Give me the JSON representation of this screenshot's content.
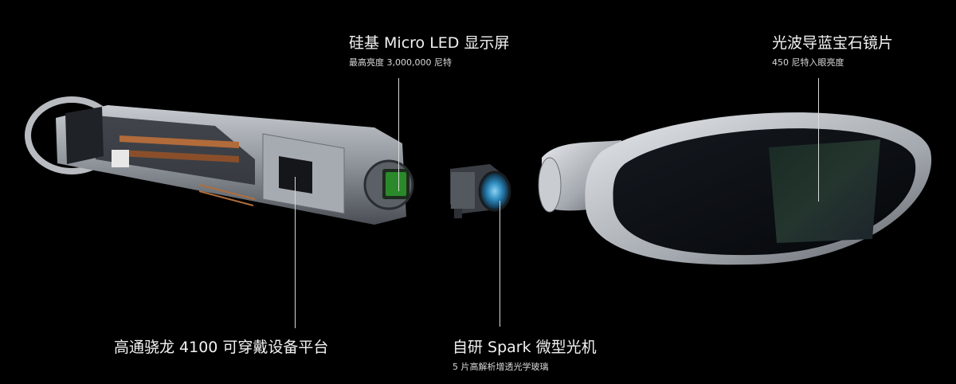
{
  "labels": {
    "display": {
      "title": "硅基 Micro LED 显示屏",
      "subtitle": "最高亮度 3,000,000 尼特"
    },
    "waveguide": {
      "title": "光波导蓝宝石镜片",
      "subtitle": "450 尼特入眼亮度"
    },
    "platform": {
      "title": "高通骁龙 4100 可穿戴设备平台"
    },
    "optics": {
      "title": "自研 Spark 微型光机",
      "subtitle": "5 片高解析增透光学玻璃"
    }
  },
  "colors": {
    "background": "#000000",
    "text": "#f2f2f2",
    "subtext": "#d8d8d8",
    "callout": "#d9d9d9",
    "display_green": "#2a8a2a",
    "lens_blue": "#3aa6d8",
    "lens_dark": "#0b0e12",
    "metal": "#9a9fa6"
  }
}
